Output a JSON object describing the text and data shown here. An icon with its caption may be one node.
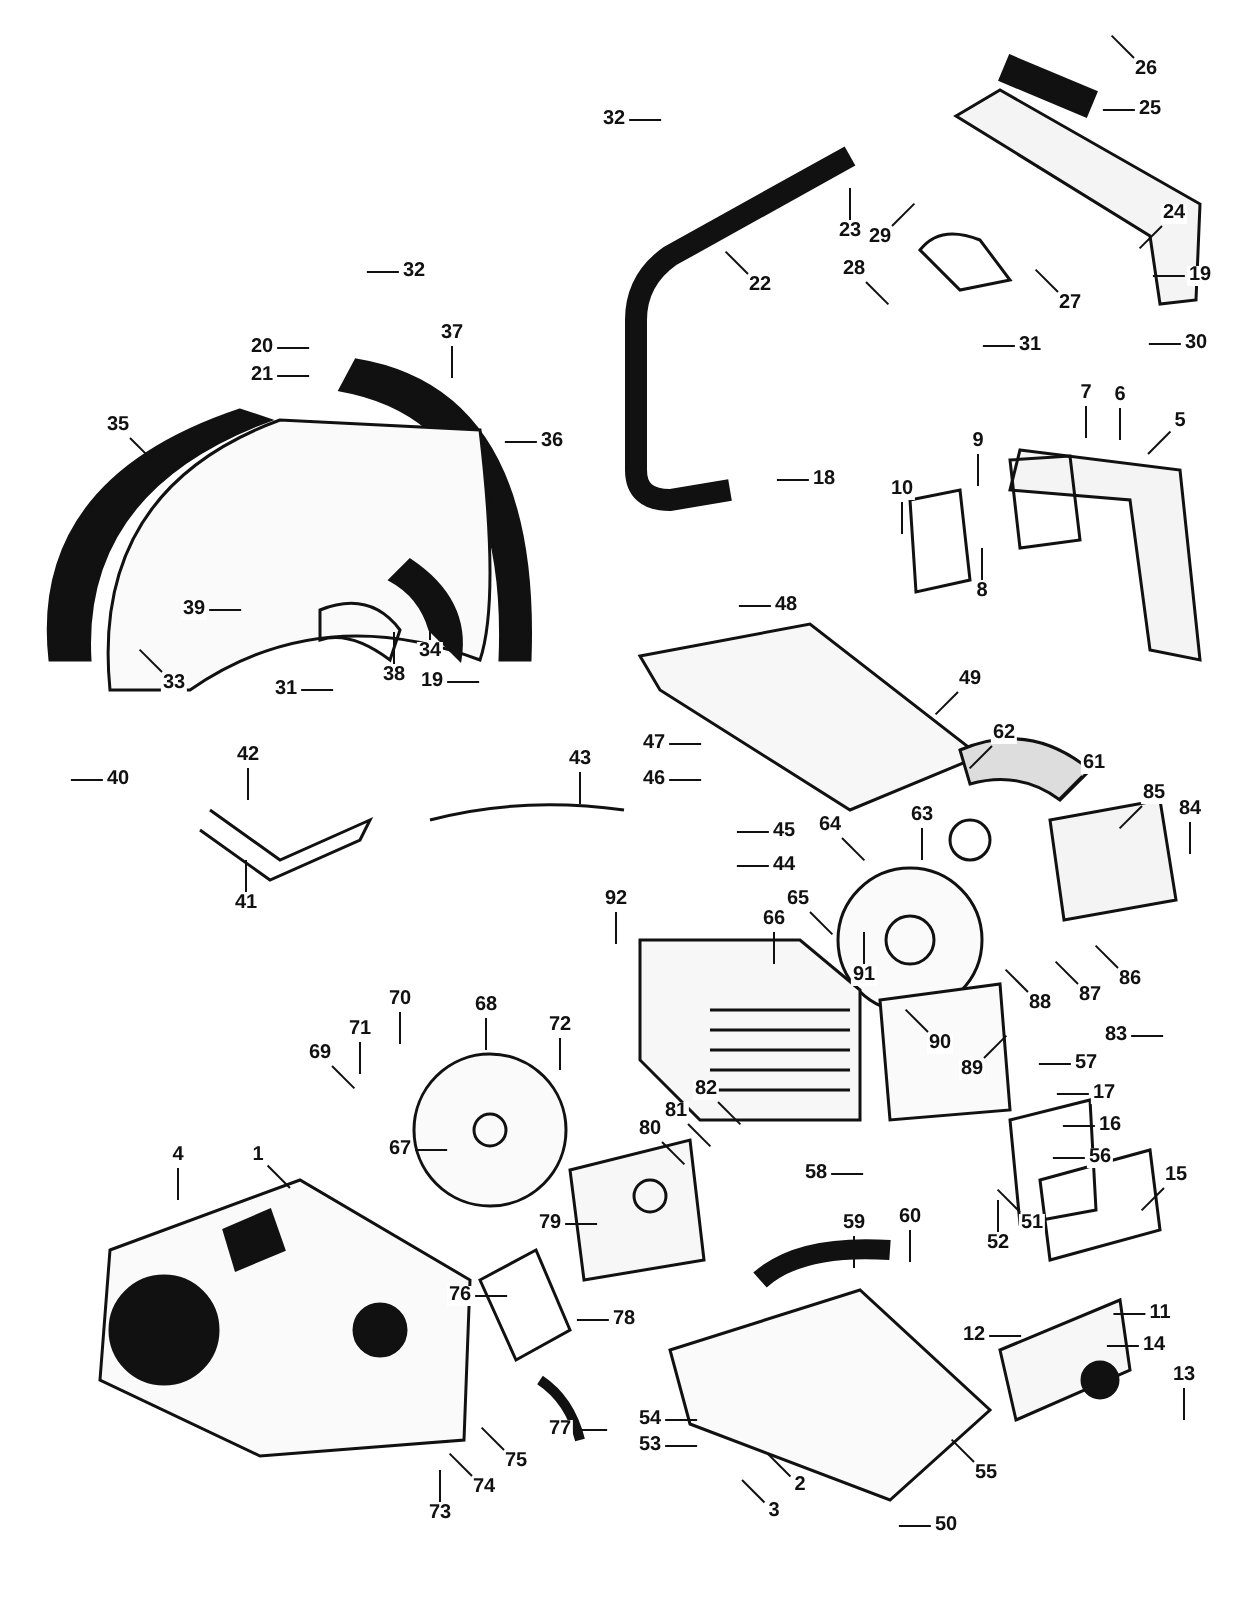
{
  "diagram": {
    "nodes": [
      {
        "text": [
          "26"
        ]
      },
      {
        "text": [
          "25"
        ]
      },
      {
        "text": [
          "32"
        ]
      },
      {
        "text": [
          "24"
        ]
      },
      {
        "text": [
          "23"
        ]
      },
      {
        "text": [
          "29"
        ]
      },
      {
        "text": [
          "28"
        ]
      },
      {
        "text": [
          "32"
        ]
      },
      {
        "text": [
          "19"
        ]
      },
      {
        "text": [
          "22"
        ]
      },
      {
        "text": [
          "27"
        ]
      },
      {
        "text": [
          "37"
        ]
      },
      {
        "text": [
          "30"
        ]
      },
      {
        "text": [
          "31"
        ]
      },
      {
        "text": [
          "20"
        ]
      },
      {
        "text": [
          "21"
        ]
      },
      {
        "text": [
          "7"
        ]
      },
      {
        "text": [
          "6"
        ]
      },
      {
        "text": [
          "5"
        ]
      },
      {
        "text": [
          "35"
        ]
      },
      {
        "text": [
          "36"
        ]
      },
      {
        "text": [
          "9"
        ]
      },
      {
        "text": [
          "18"
        ]
      },
      {
        "text": [
          "10"
        ]
      },
      {
        "text": [
          "8"
        ]
      },
      {
        "text": [
          "48"
        ]
      },
      {
        "text": [
          "39"
        ]
      },
      {
        "text": [
          "34"
        ]
      },
      {
        "text": [
          "38"
        ]
      },
      {
        "text": [
          "49"
        ]
      },
      {
        "text": [
          "19"
        ]
      },
      {
        "text": [
          "33"
        ]
      },
      {
        "text": [
          "31"
        ]
      },
      {
        "text": [
          "62"
        ]
      },
      {
        "text": [
          "47"
        ]
      },
      {
        "text": [
          "42"
        ]
      },
      {
        "text": [
          "43"
        ]
      },
      {
        "text": [
          "61"
        ]
      },
      {
        "text": [
          "40"
        ]
      },
      {
        "text": [
          "46"
        ]
      },
      {
        "text": [
          "85"
        ]
      },
      {
        "text": [
          "84"
        ]
      },
      {
        "text": [
          "63"
        ]
      },
      {
        "text": [
          "64"
        ]
      },
      {
        "text": [
          "45"
        ]
      },
      {
        "text": [
          "44"
        ]
      },
      {
        "text": [
          "92"
        ]
      },
      {
        "text": [
          "65"
        ]
      },
      {
        "text": [
          "41"
        ]
      },
      {
        "text": [
          "66"
        ]
      },
      {
        "text": [
          "91"
        ]
      },
      {
        "text": [
          "86"
        ]
      },
      {
        "text": [
          "87"
        ]
      },
      {
        "text": [
          "70"
        ]
      },
      {
        "text": [
          "88"
        ]
      },
      {
        "text": [
          "68"
        ]
      },
      {
        "text": [
          "72"
        ]
      },
      {
        "text": [
          "71"
        ]
      },
      {
        "text": [
          "83"
        ]
      },
      {
        "text": [
          "90"
        ]
      },
      {
        "text": [
          "69"
        ]
      },
      {
        "text": [
          "89"
        ]
      },
      {
        "text": [
          "57"
        ]
      },
      {
        "text": [
          "17"
        ]
      },
      {
        "text": [
          "82"
        ]
      },
      {
        "text": [
          "81"
        ]
      },
      {
        "text": [
          "80"
        ]
      },
      {
        "text": [
          "16"
        ]
      },
      {
        "text": [
          "67"
        ]
      },
      {
        "text": [
          "4"
        ]
      },
      {
        "text": [
          "1"
        ]
      },
      {
        "text": [
          "56"
        ]
      },
      {
        "text": [
          "58"
        ]
      },
      {
        "text": [
          "15"
        ]
      },
      {
        "text": [
          "60"
        ]
      },
      {
        "text": [
          "59"
        ]
      },
      {
        "text": [
          "79"
        ]
      },
      {
        "text": [
          "51"
        ]
      },
      {
        "text": [
          "52"
        ]
      },
      {
        "text": [
          "76"
        ]
      },
      {
        "text": [
          "11"
        ]
      },
      {
        "text": [
          "78"
        ]
      },
      {
        "text": [
          "12"
        ]
      },
      {
        "text": [
          "14"
        ]
      },
      {
        "text": [
          "13"
        ]
      },
      {
        "text": [
          "54"
        ]
      },
      {
        "text": [
          "77"
        ]
      },
      {
        "text": [
          "53"
        ]
      },
      {
        "text": [
          "75"
        ]
      },
      {
        "text": [
          "55"
        ]
      },
      {
        "text": [
          "2"
        ]
      },
      {
        "text": [
          "74"
        ]
      },
      {
        "text": [
          "73"
        ]
      },
      {
        "text": [
          "3"
        ]
      },
      {
        "text": [
          "50"
        ]
      }
    ],
    "edges": [
      {
        "from": 0,
        "to": null,
        "arrow": "none"
      },
      {
        "from": 1,
        "to": null,
        "arrow": "none"
      },
      {
        "from": 2,
        "to": null,
        "arrow": "none"
      },
      {
        "from": 3,
        "to": null,
        "arrow": "none"
      },
      {
        "from": 4,
        "to": null,
        "arrow": "none"
      },
      {
        "from": 5,
        "to": null,
        "arrow": "none"
      },
      {
        "from": 6,
        "to": null,
        "arrow": "none"
      },
      {
        "from": 7,
        "to": null,
        "arrow": "none"
      },
      {
        "from": 8,
        "to": null,
        "arrow": "none"
      },
      {
        "from": 9,
        "to": null,
        "arrow": "none"
      },
      {
        "from": 10,
        "to": null,
        "arrow": "none"
      },
      {
        "from": 11,
        "to": null,
        "arrow": "none"
      },
      {
        "from": 12,
        "to": null,
        "arrow": "none"
      },
      {
        "from": 13,
        "to": null,
        "arrow": "none"
      },
      {
        "from": 14,
        "to": null,
        "arrow": "none"
      },
      {
        "from": 15,
        "to": null,
        "arrow": "none"
      },
      {
        "from": 16,
        "to": null,
        "arrow": "none"
      },
      {
        "from": 17,
        "to": null,
        "arrow": "none"
      },
      {
        "from": 18,
        "to": null,
        "arrow": "none"
      },
      {
        "from": 19,
        "to": null,
        "arrow": "none"
      },
      {
        "from": 20,
        "to": null,
        "arrow": "none"
      },
      {
        "from": 21,
        "to": null,
        "arrow": "none"
      },
      {
        "from": 22,
        "to": null,
        "arrow": "none"
      },
      {
        "from": 23,
        "to": null,
        "arrow": "none"
      },
      {
        "from": 24,
        "to": null,
        "arrow": "none"
      },
      {
        "from": 25,
        "to": null,
        "arrow": "none"
      },
      {
        "from": 26,
        "to": null,
        "arrow": "none"
      },
      {
        "from": 27,
        "to": null,
        "arrow": "none"
      },
      {
        "from": 28,
        "to": null,
        "arrow": "none"
      },
      {
        "from": 29,
        "to": null,
        "arrow": "none"
      },
      {
        "from": 30,
        "to": null,
        "arrow": "none"
      },
      {
        "from": 31,
        "to": null,
        "arrow": "none"
      },
      {
        "from": 32,
        "to": null,
        "arrow": "none"
      },
      {
        "from": 33,
        "to": null,
        "arrow": "none"
      },
      {
        "from": 34,
        "to": null,
        "arrow": "none"
      },
      {
        "from": 35,
        "to": null,
        "arrow": "none"
      },
      {
        "from": 36,
        "to": null,
        "arrow": "none"
      },
      {
        "from": 37,
        "to": null,
        "arrow": "none"
      },
      {
        "from": 38,
        "to": null,
        "arrow": "none"
      },
      {
        "from": 39,
        "to": null,
        "arrow": "none"
      },
      {
        "from": 40,
        "to": null,
        "arrow": "none"
      },
      {
        "from": 41,
        "to": null,
        "arrow": "none"
      },
      {
        "from": 42,
        "to": null,
        "arrow": "none"
      },
      {
        "from": 43,
        "to": null,
        "arrow": "none"
      },
      {
        "from": 44,
        "to": null,
        "arrow": "none"
      },
      {
        "from": 45,
        "to": null,
        "arrow": "none"
      },
      {
        "from": 46,
        "to": null,
        "arrow": "none"
      },
      {
        "from": 47,
        "to": null,
        "arrow": "none"
      },
      {
        "from": 48,
        "to": null,
        "arrow": "none"
      },
      {
        "from": 49,
        "to": null,
        "arrow": "none"
      },
      {
        "from": 50,
        "to": null,
        "arrow": "none"
      },
      {
        "from": 51,
        "to": null,
        "arrow": "none"
      },
      {
        "from": 52,
        "to": null,
        "arrow": "none"
      },
      {
        "from": 53,
        "to": null,
        "arrow": "none"
      },
      {
        "from": 54,
        "to": null,
        "arrow": "none"
      },
      {
        "from": 55,
        "to": null,
        "arrow": "none"
      },
      {
        "from": 56,
        "to": null,
        "arrow": "none"
      },
      {
        "from": 57,
        "to": null,
        "arrow": "none"
      },
      {
        "from": 58,
        "to": null,
        "arrow": "none"
      },
      {
        "from": 59,
        "to": null,
        "arrow": "none"
      },
      {
        "from": 60,
        "to": null,
        "arrow": "none"
      },
      {
        "from": 61,
        "to": null,
        "arrow": "none"
      },
      {
        "from": 62,
        "to": null,
        "arrow": "none"
      },
      {
        "from": 63,
        "to": null,
        "arrow": "none"
      },
      {
        "from": 64,
        "to": null,
        "arrow": "none"
      },
      {
        "from": 65,
        "to": null,
        "arrow": "none"
      },
      {
        "from": 66,
        "to": null,
        "arrow": "none"
      },
      {
        "from": 67,
        "to": null,
        "arrow": "none"
      },
      {
        "from": 68,
        "to": null,
        "arrow": "none"
      },
      {
        "from": 69,
        "to": null,
        "arrow": "none"
      },
      {
        "from": 70,
        "to": null,
        "arrow": "none"
      },
      {
        "from": 71,
        "to": null,
        "arrow": "none"
      },
      {
        "from": 72,
        "to": null,
        "arrow": "none"
      },
      {
        "from": 73,
        "to": null,
        "arrow": "none"
      },
      {
        "from": 74,
        "to": null,
        "arrow": "none"
      },
      {
        "from": 75,
        "to": null,
        "arrow": "none"
      },
      {
        "from": 76,
        "to": null,
        "arrow": "none"
      },
      {
        "from": 77,
        "to": null,
        "arrow": "none"
      },
      {
        "from": 78,
        "to": null,
        "arrow": "none"
      },
      {
        "from": 79,
        "to": null,
        "arrow": "none"
      },
      {
        "from": 80,
        "to": null,
        "arrow": "none"
      },
      {
        "from": 81,
        "to": null,
        "arrow": "none"
      },
      {
        "from": 82,
        "to": null,
        "arrow": "none"
      },
      {
        "from": 83,
        "to": null,
        "arrow": "none"
      },
      {
        "from": 84,
        "to": null,
        "arrow": "none"
      },
      {
        "from": 85,
        "to": null,
        "arrow": "none"
      },
      {
        "from": 86,
        "to": null,
        "arrow": "none"
      },
      {
        "from": 87,
        "to": null,
        "arrow": "none"
      },
      {
        "from": 88,
        "to": null,
        "arrow": "none"
      },
      {
        "from": 89,
        "to": null,
        "arrow": "none"
      },
      {
        "from": 90,
        "to": null,
        "arrow": "none"
      },
      {
        "from": 91,
        "to": null,
        "arrow": "none"
      },
      {
        "from": 92,
        "to": null,
        "arrow": "none"
      },
      {
        "from": 93,
        "to": null,
        "arrow": "none"
      },
      {
        "from": 94,
        "to": null,
        "arrow": "none"
      }
    ]
  }
}
